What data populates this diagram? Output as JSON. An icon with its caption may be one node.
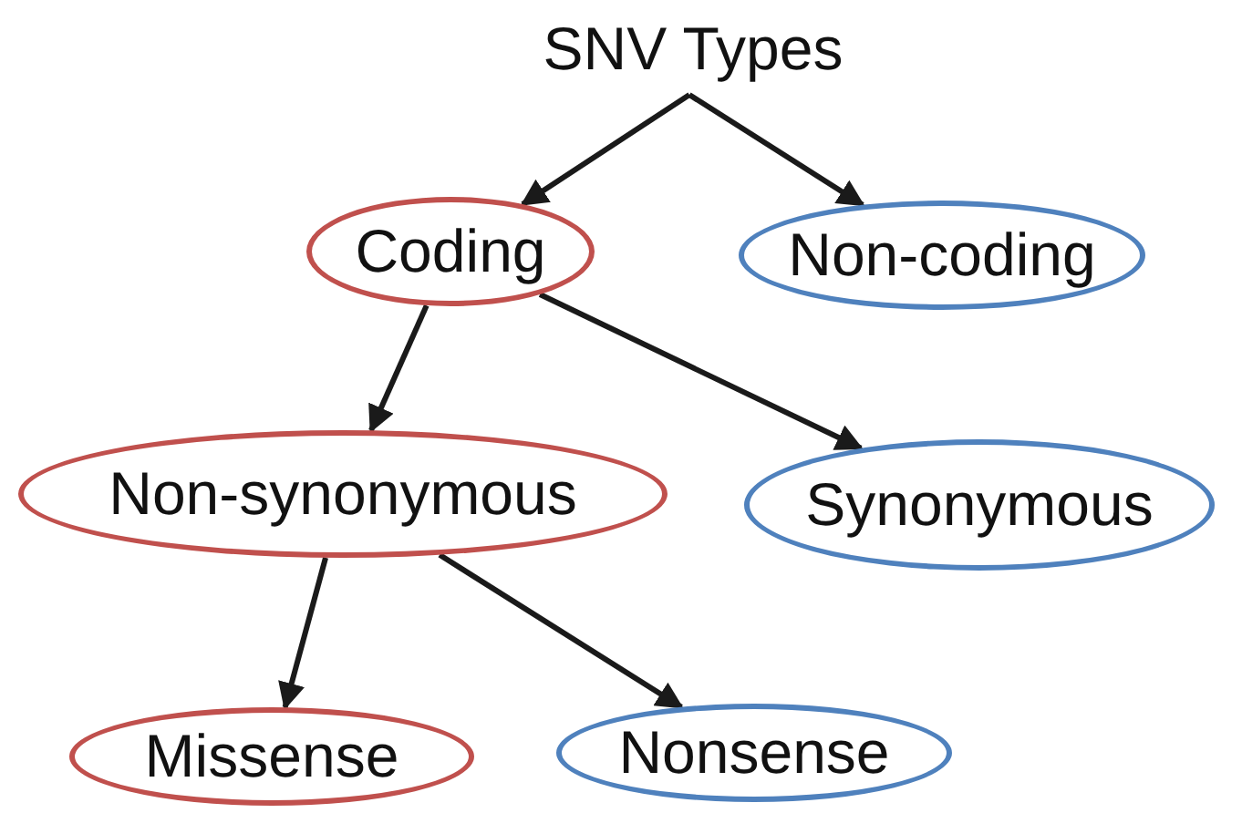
{
  "diagram": {
    "nodes": [
      {
        "text": [
          "SNV Types"
        ]
      },
      {
        "text": [
          "Coding"
        ]
      },
      {
        "text": [
          "Non-coding"
        ]
      },
      {
        "text": [
          "Non-synonymous"
        ]
      },
      {
        "text": [
          "Synonymous"
        ]
      },
      {
        "text": [
          "Missense"
        ]
      },
      {
        "text": [
          "Nonsense"
        ]
      }
    ],
    "edges": [
      {
        "from": 0,
        "to": 1,
        "arrow": "to"
      },
      {
        "from": 0,
        "to": 2,
        "arrow": "to"
      },
      {
        "from": 1,
        "to": 3,
        "arrow": "to"
      },
      {
        "from": 1,
        "to": 4,
        "arrow": "to"
      },
      {
        "from": 3,
        "to": 5,
        "arrow": "to"
      },
      {
        "from": 3,
        "to": 6,
        "arrow": "to"
      }
    ]
  }
}
